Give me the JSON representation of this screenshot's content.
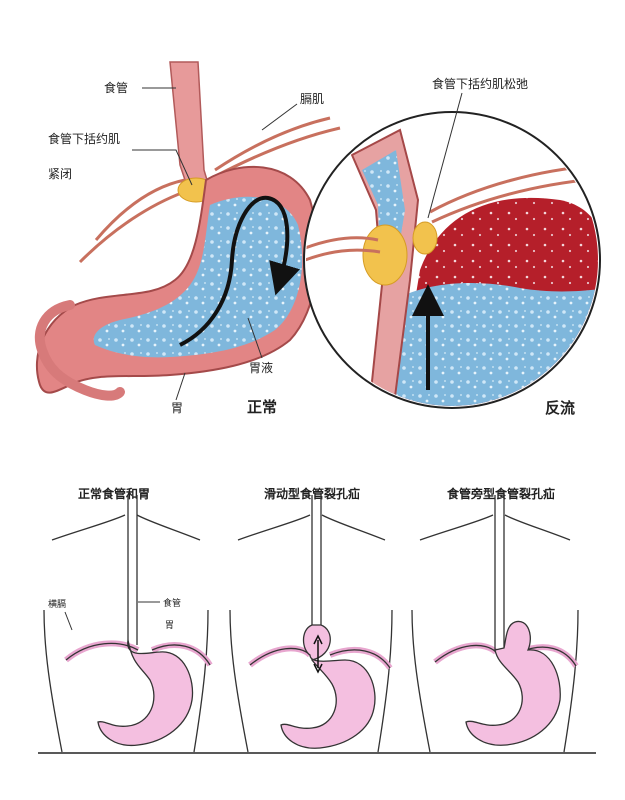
{
  "top": {
    "labels": {
      "esophagus": "食管",
      "diaphragm": "膈肌",
      "les_closed_line1": "食管下括约肌",
      "les_closed_line2": "紧闭",
      "stomach": "胃",
      "gastric_juice": "胃液",
      "normal": "正常",
      "les_relaxed": "食管下括约肌松弛",
      "reflux": "反流"
    }
  },
  "bottom": {
    "panels": [
      {
        "title": "正常食管和胃",
        "labels": {
          "diaphragm": "横膈",
          "esophagus": "食管",
          "stomach": "胃"
        }
      },
      {
        "title": "滑动型食管裂孔疝"
      },
      {
        "title": "食管旁型食管裂孔疝"
      }
    ]
  }
}
